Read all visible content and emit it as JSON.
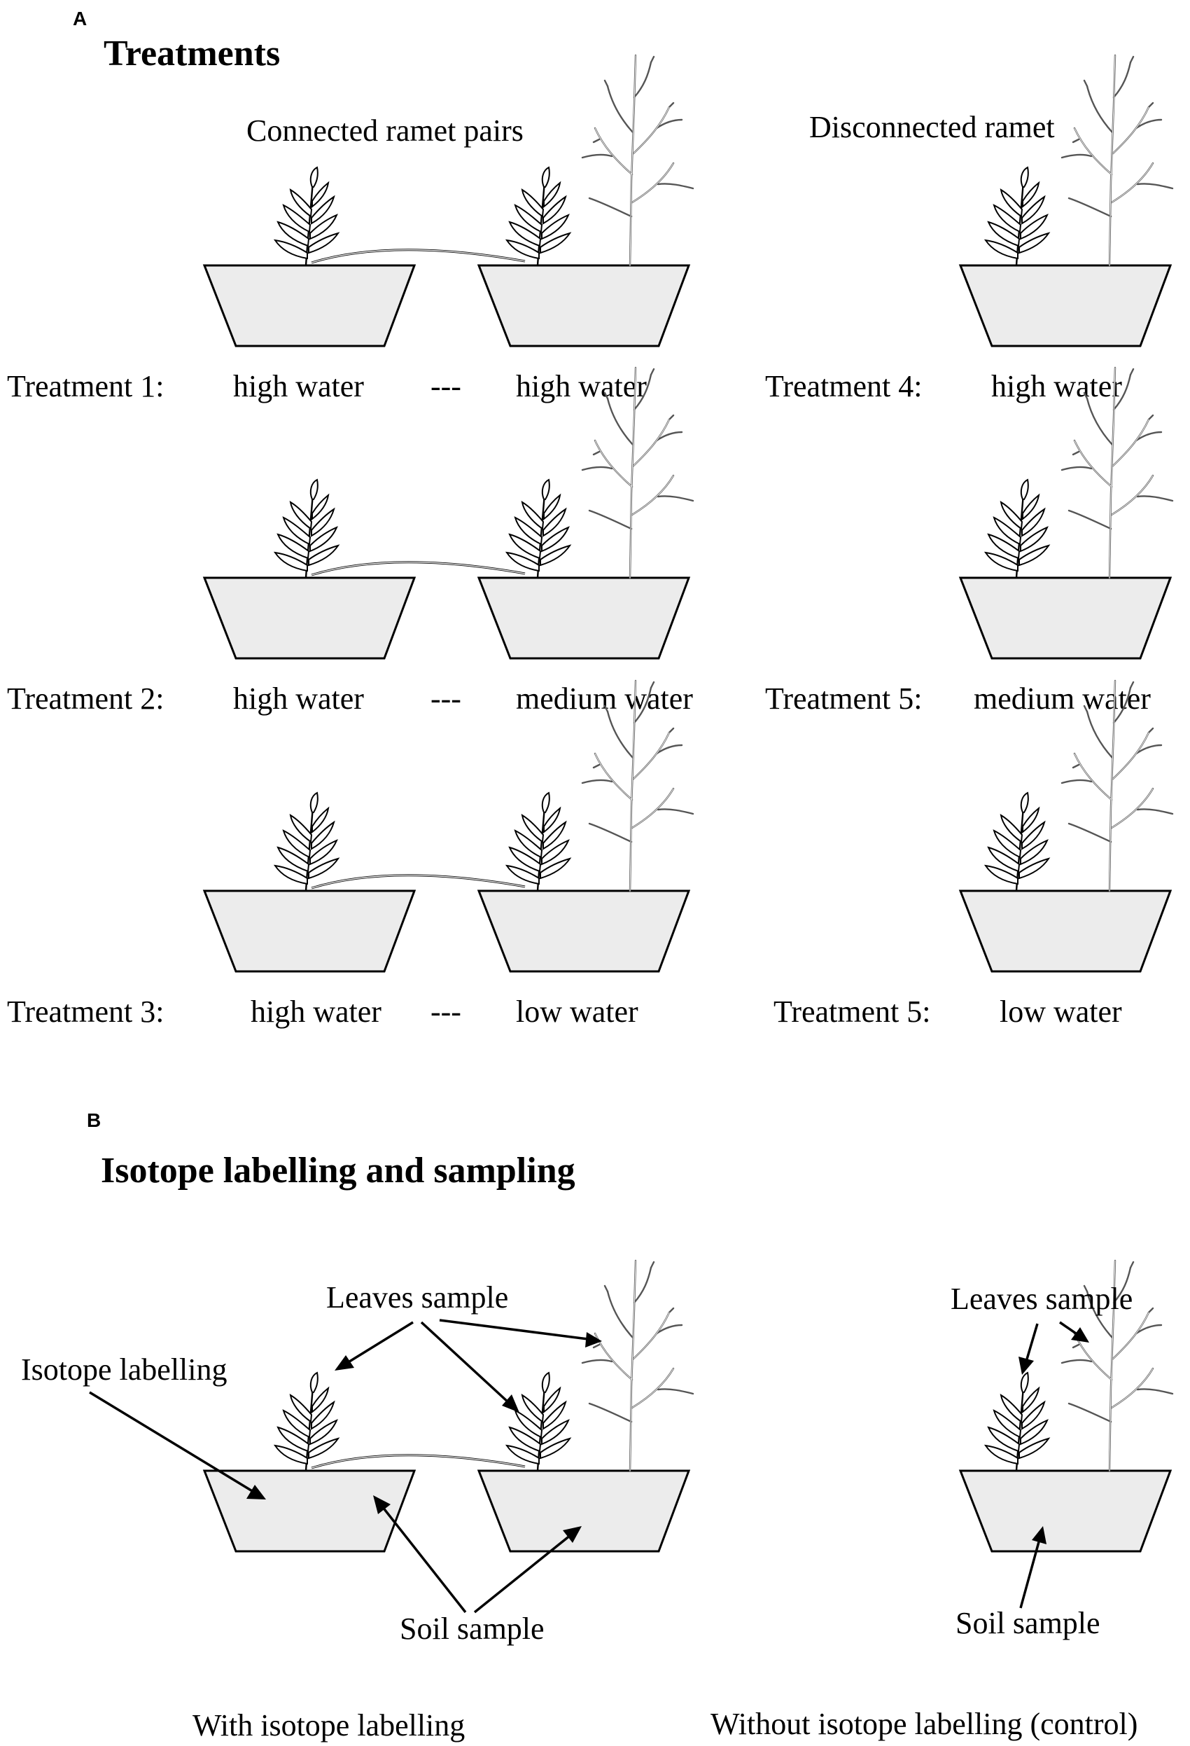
{
  "panel_a": {
    "letter": "A",
    "heading": "Treatments",
    "connected_label": "Connected ramet pairs",
    "disconnected_label": "Disconnected ramet",
    "rows": [
      {
        "treatment": "Treatment 1:",
        "left": "high water",
        "sep": "---",
        "right": "high water",
        "alone_treatment": "Treatment 4:",
        "alone": "high water"
      },
      {
        "treatment": "Treatment 2:",
        "left": "high water",
        "sep": "---",
        "right": "medium water",
        "alone_treatment": "Treatment 5:",
        "alone": "medium water"
      },
      {
        "treatment": "Treatment 3:",
        "left": "high water",
        "sep": "---",
        "right": "low water",
        "alone_treatment": "Treatment 5:",
        "alone": "low water"
      }
    ]
  },
  "panel_b": {
    "letter": "B",
    "heading": "Isotope labelling and sampling",
    "isotope_labelling": "Isotope labelling",
    "leaves_sample_left": "Leaves sample",
    "leaves_sample_right": "Leaves sample",
    "soil_sample_left": "Soil sample",
    "soil_sample_right": "Soil sample",
    "caption_left": "With isotope labelling",
    "caption_right": "Without isotope labelling (control)"
  }
}
